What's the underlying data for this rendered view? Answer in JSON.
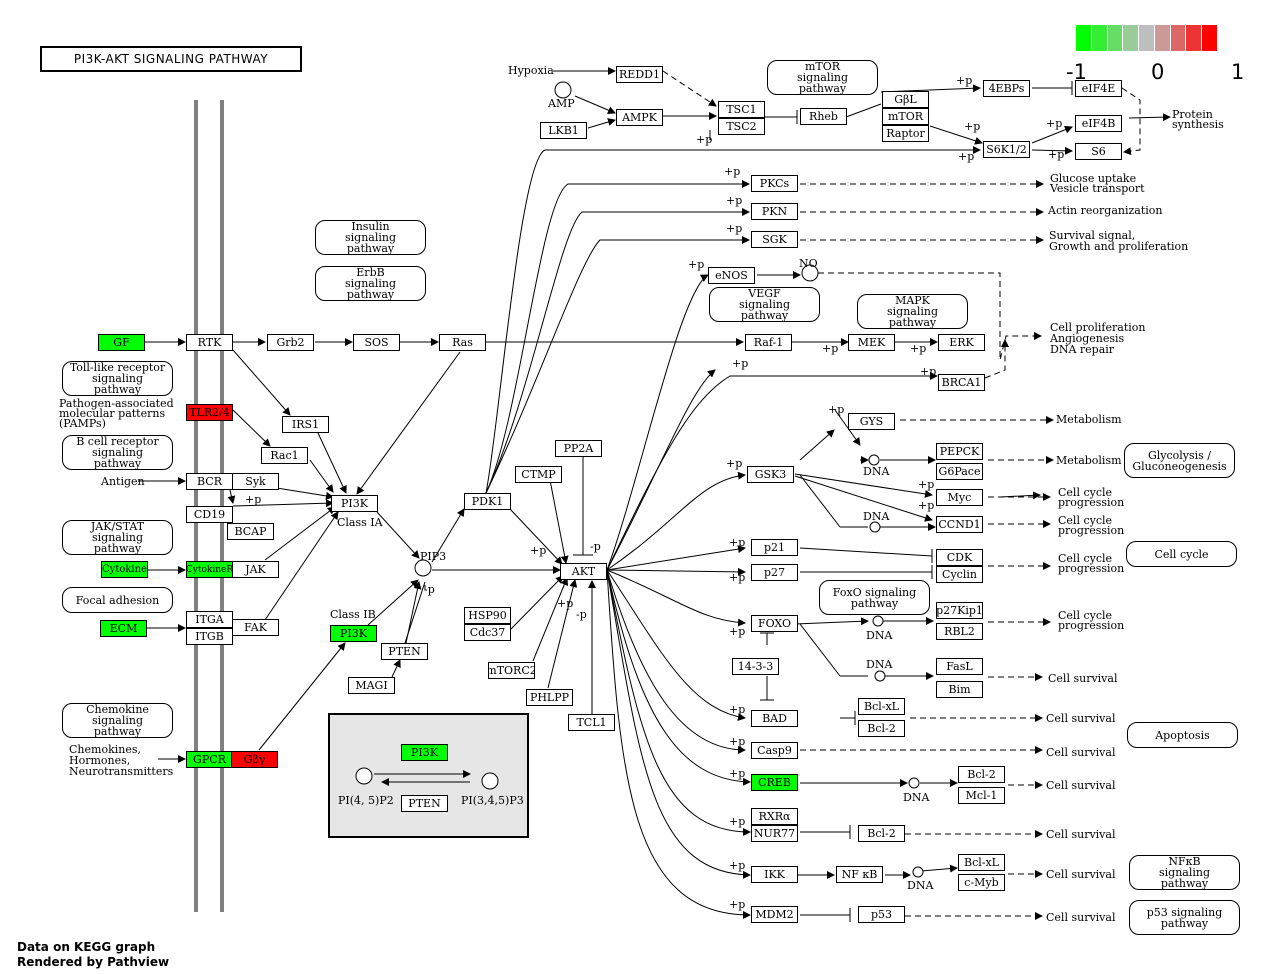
{
  "title": "PI3K-AKT SIGNALING PATHWAY",
  "legend": {
    "colors": [
      "#00ff00",
      "#33ee33",
      "#66dd66",
      "#99cc99",
      "#bebebe",
      "#cc9999",
      "#dd6666",
      "#ee3333",
      "#ff0000"
    ],
    "min_label": "-1",
    "mid_label": "0",
    "max_label": "1"
  },
  "footer": {
    "line1": "Data on KEGG graph",
    "line2": "Rendered by Pathview"
  },
  "nodes": {
    "GF": "GF",
    "RTK": "RTK",
    "Grb2": "Grb2",
    "SOS": "SOS",
    "Ras": "Ras",
    "TLR24": "TLR2/4",
    "IRS1": "IRS1",
    "Rac1": "Rac1",
    "BCR": "BCR",
    "Syk": "Syk",
    "CD19": "CD19",
    "BCAP": "BCAP",
    "Cytokine": "Cytokine",
    "CytokineR": "CytokineR",
    "JAK": "JAK",
    "ECM": "ECM",
    "ITGA": "ITGA",
    "ITGB": "ITGB",
    "FAK": "FAK",
    "GPCR": "GPCR",
    "Gby": "Gβγ",
    "PI3K_IA": "PI3K",
    "PI3K_IB": "PI3K",
    "PTEN": "PTEN",
    "MAGI": "MAGI",
    "PDK1": "PDK1",
    "CTMP": "CTMP",
    "PP2A": "PP2A",
    "AKT": "AKT",
    "HSP90": "HSP90",
    "Cdc37": "Cdc37",
    "mTORC2": "mTORC2",
    "PHLPP": "PHLPP",
    "TCL1": "TCL1",
    "REDD1": "REDD1",
    "AMPK": "AMPK",
    "LKB1": "LKB1",
    "TSC1": "TSC1",
    "TSC2": "TSC2",
    "Rheb": "Rheb",
    "GbL": "GβL",
    "mTOR": "mTOR",
    "Raptor": "Raptor",
    "4EBPs": "4EBPs",
    "eIF4E": "eIF4E",
    "eIF4B": "eIF4B",
    "S6K12": "S6K1/2",
    "S6": "S6",
    "PKCs": "PKCs",
    "PKN": "PKN",
    "SGK": "SGK",
    "eNOS": "eNOS",
    "Raf1": "Raf-1",
    "MEK": "MEK",
    "ERK": "ERK",
    "BRCA1": "BRCA1",
    "GYS": "GYS",
    "GSK3": "GSK3",
    "PEPCK": "PEPCK",
    "G6Pace": "G6Pace",
    "Myc": "Myc",
    "CCND1": "CCND1",
    "p21": "p21",
    "p27": "p27",
    "CDK": "CDK",
    "Cyclin": "Cyclin",
    "FOXO": "FOXO",
    "p27Kip1": "p27Kip1",
    "RBL2": "RBL2",
    "FasL": "FasL",
    "Bim": "Bim",
    "1433": "14-3-3",
    "BAD": "BAD",
    "BclxL_1": "Bcl-xL",
    "Bcl2_1": "Bcl-2",
    "Casp9": "Casp9",
    "CREB": "CREB",
    "Bcl2_2": "Bcl-2",
    "Mcl1": "Mcl-1",
    "RXRa": "RXRα",
    "NUR77": "NUR77",
    "Bcl2_3": "Bcl-2",
    "IKK": "IKK",
    "NFkB": "NF κB",
    "BclxL_2": "Bcl-xL",
    "cMyb": "c-Myb",
    "MDM2": "MDM2",
    "p53": "p53",
    "box_PI3K": "PI3K",
    "box_PTEN": "PTEN"
  },
  "pathways": {
    "mtor": "mTOR signaling pathway",
    "insulin": "Insulin signaling pathway",
    "erbb": "ErbB signaling pathway",
    "toll": "Toll-like receptor signaling pathway",
    "bcell": "B cell receptor signaling pathway",
    "jakstat": "JAK/STAT signaling pathway",
    "focal": "Focal adhesion",
    "chemokine": "Chemokine signaling pathway",
    "vegf": "VEGF signaling pathway",
    "mapk": "MAPK signaling pathway",
    "foxo": "FoxO signaling pathway",
    "glycolysis": "Glycolysis / Gluconeogenesis",
    "cellcycle": "Cell cycle",
    "apoptosis": "Apoptosis",
    "nfkb": "NFκB signaling pathway",
    "p53": "p53 signaling pathway"
  },
  "labels": {
    "hypoxia": "Hypoxia",
    "amp": "AMP",
    "protein_synthesis": "Protein synthesis",
    "glucose": "Glucose uptake",
    "vesicle": "Vesicle transport",
    "actin": "Actin reorganization",
    "survival1": "Survival signal,",
    "survival2": "Growth and proliferation",
    "no": "NO",
    "prolif1": "Cell proliferation",
    "prolif2": "Angiogenesis",
    "prolif3": "DNA repair",
    "metabolism1": "Metabolism",
    "metabolism2": "Metabolism",
    "pamps1": "Pathogen-associated",
    "pamps2": "molecular patterns",
    "pamps3": "(PAMPs)",
    "antigen": "Antigen",
    "classIA": "Class IA",
    "classIB": "Class IB",
    "pip3": "PIP3",
    "chemokines1": "Chemokines,",
    "chemokines2": "Hormones,",
    "chemokines3": "Neurotransmitters",
    "pi45p2": "PI(4, 5)P2",
    "pi345p3": "PI(3,4,5)P3",
    "cellcycle_prog": "Cell cycle progression",
    "cell_survival": "Cell survival",
    "dna": "DNA",
    "plus_p": "+p",
    "minus_p": "-p"
  }
}
